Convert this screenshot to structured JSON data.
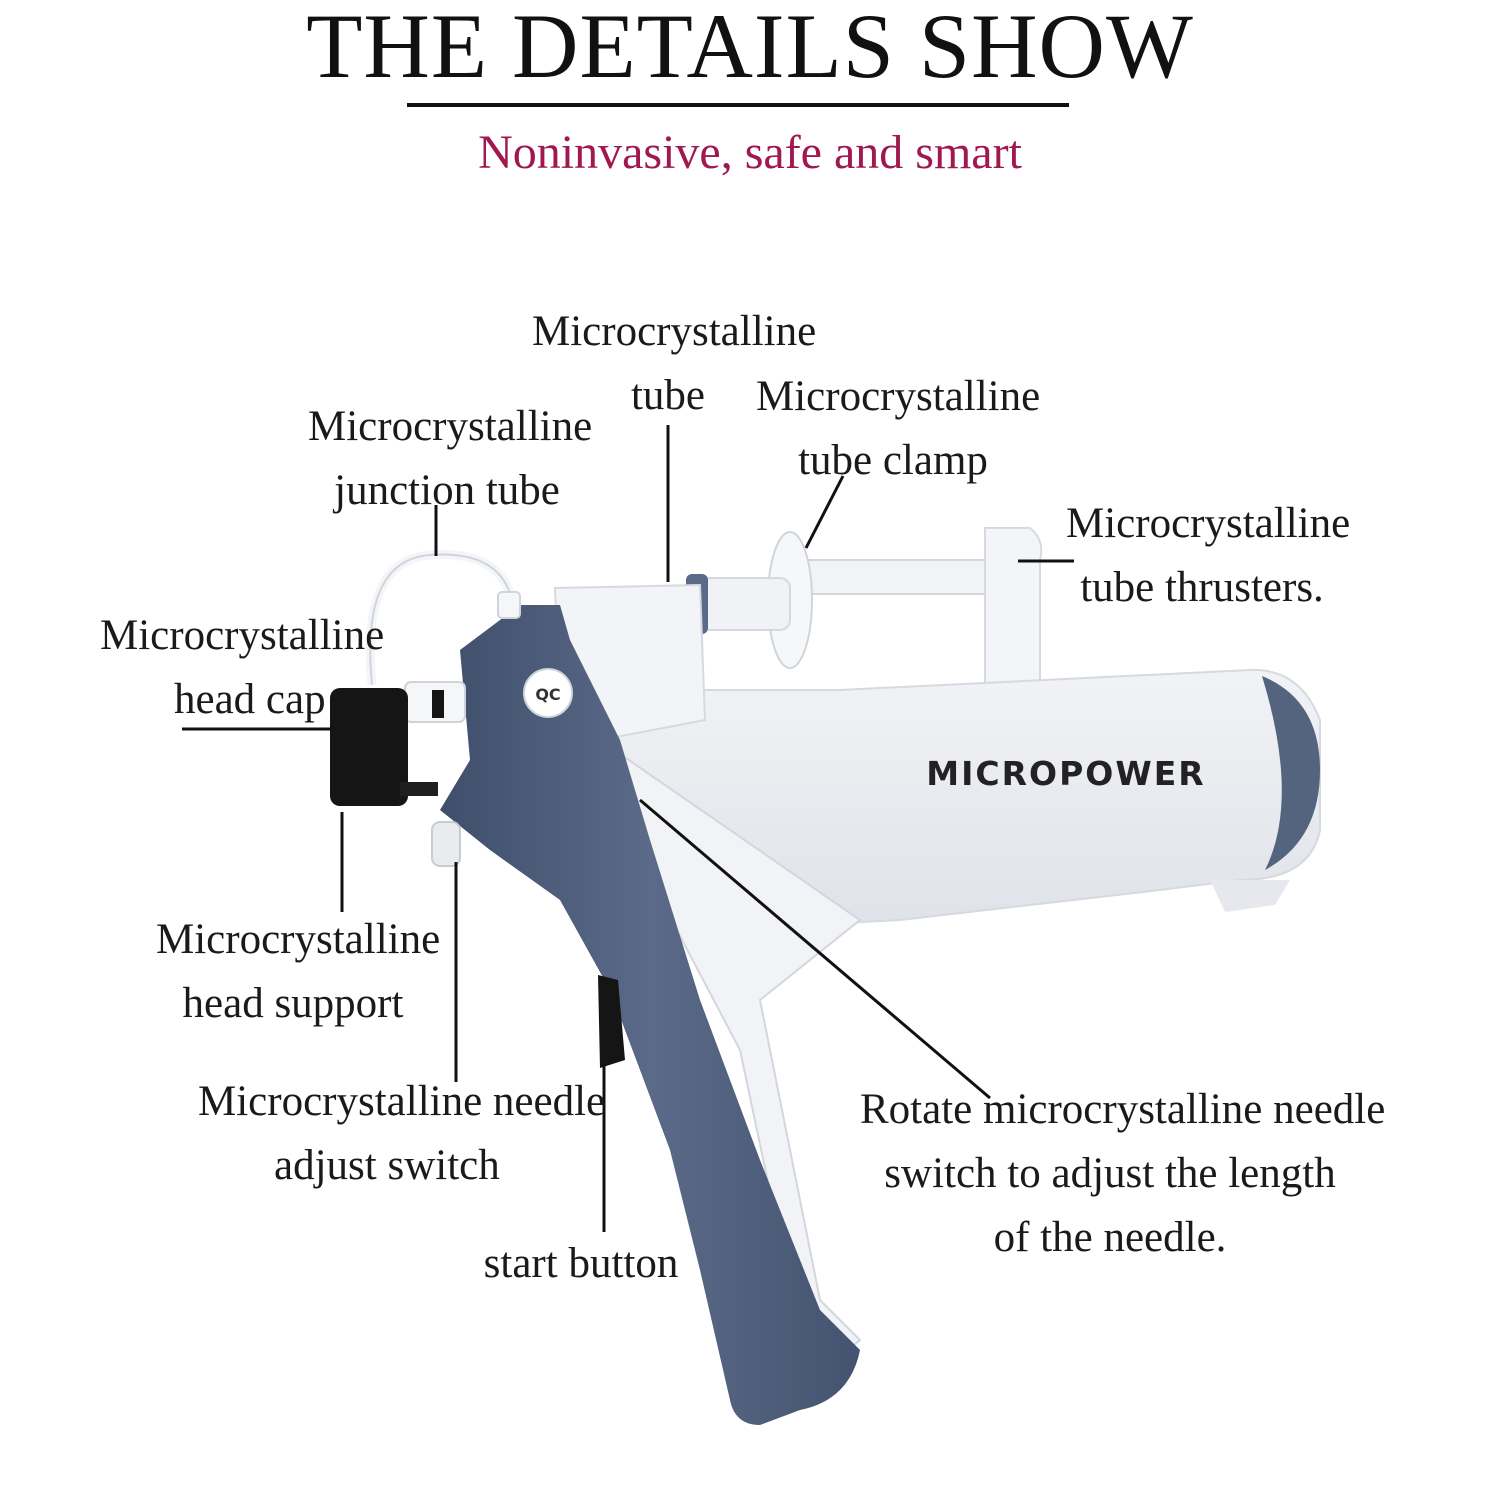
{
  "header": {
    "title": "THE DETAILS SHOW",
    "subtitle": "Noninvasive, safe and smart"
  },
  "colors": {
    "subtitle": "#a0184f",
    "body": "#e9ebef",
    "navy": "#4a5a78",
    "black_part": "#151515"
  },
  "device": {
    "brand": "MICROPOWER",
    "badge": "QC"
  },
  "labels": {
    "tube": [
      "Microcrystalline",
      "tube"
    ],
    "junction_tube": [
      "Microcrystalline",
      "junction tube"
    ],
    "tube_clamp": [
      "Microcrystalline",
      "tube clamp"
    ],
    "tube_thrusters": [
      "Microcrystalline",
      "tube thrusters."
    ],
    "head_cap": [
      "Microcrystalline",
      "head cap"
    ],
    "head_support": [
      "Microcrystalline",
      "head support"
    ],
    "needle_switch": [
      "Microcrystalline needle",
      "adjust switch"
    ],
    "start_button": [
      "start button"
    ],
    "rotate_note": [
      "Rotate microcrystalline needle",
      "switch to adjust the length",
      "of the needle."
    ]
  }
}
